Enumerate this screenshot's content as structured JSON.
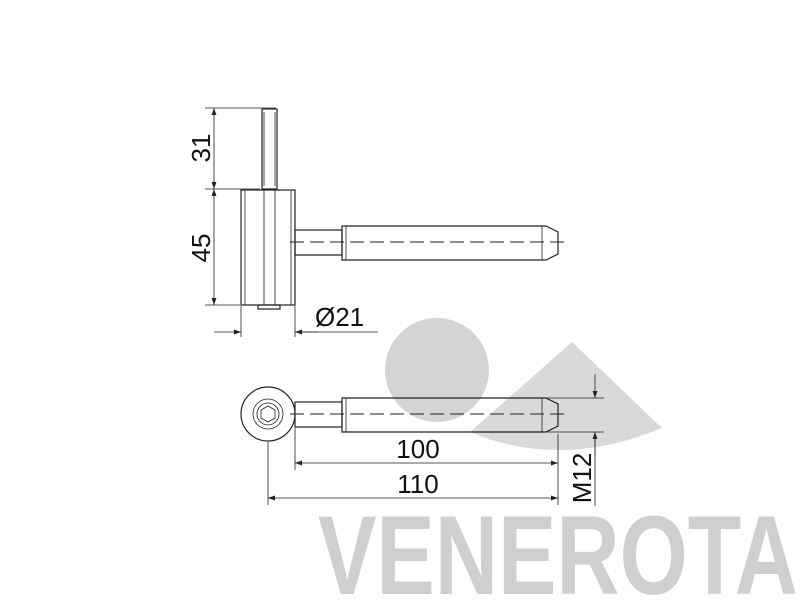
{
  "watermark": {
    "brand": "VENEROTA",
    "color": "#cfcfcf"
  },
  "dimensions": {
    "top_pin_height": "31",
    "barrel_height": "45",
    "barrel_diameter": "Ø21",
    "thread_length": "100",
    "total_length": "110",
    "thread_size": "M12"
  }
}
